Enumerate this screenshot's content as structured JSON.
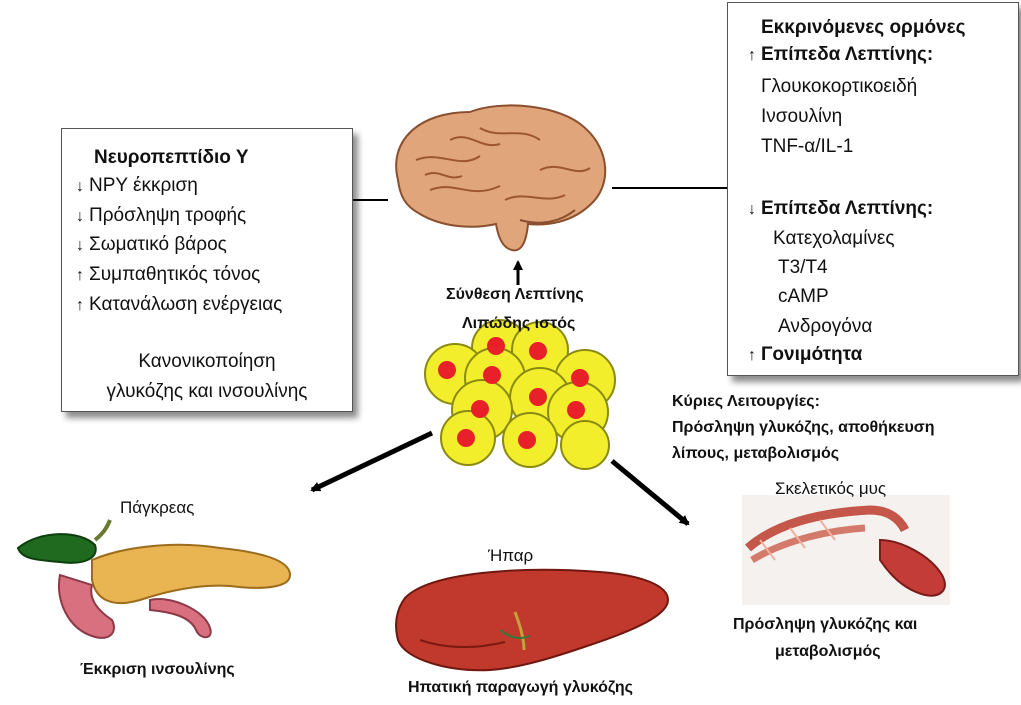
{
  "left_box": {
    "title": "Νευροπεπτίδιο Υ",
    "items": [
      {
        "dir": "down",
        "text": "NPY έκκριση"
      },
      {
        "dir": "down",
        "text": "Πρόσληψη τροφής"
      },
      {
        "dir": "down",
        "text": "Σωματικό βάρος"
      },
      {
        "dir": "up",
        "text": "Συμπαθητικός τόνος"
      },
      {
        "dir": "up",
        "text": "Κατανάλωση ενέργειας"
      }
    ],
    "footer_line1": "Κανονικοποίηση",
    "footer_line2": "γλυκόζης και ινσουλίνης"
  },
  "right_box": {
    "title": "Εκκρινόμενες ορμόνες",
    "up_heading": "Επίπεδα Λεπτίνης:",
    "up_items": [
      "Γλουκοκορτικοειδή",
      "Ινσουλίνη",
      "TNF-α/IL-1"
    ],
    "down_heading": "Επίπεδα Λεπτίνης:",
    "down_items": [
      "Κατεχολαμίνες",
      "T3/T4",
      "cAMP",
      "Ανδρογόνα"
    ],
    "fertility": "Γονιμότητα"
  },
  "center": {
    "leptin_synthesis": "Σύνθεση Λεπτίνης",
    "adipose_tissue": "Λιπώδης ιστός"
  },
  "functions": {
    "line1": "Κύριες Λειτουργίες:",
    "line2": "Πρόσληψη γλυκόζης, αποθήκευση",
    "line3": "λίπους, μεταβολισμός"
  },
  "pancreas": {
    "label": "Πάγκρεας",
    "caption": "Έκκριση ινσουλίνης"
  },
  "liver": {
    "label": "Ήπαρ",
    "caption": "Ηπατική παραγωγή γλυκόζης"
  },
  "muscle": {
    "label": "Σκελετικός μυς",
    "caption_line1": "Πρόσληψη γλυκόζης και",
    "caption_line2": "μεταβολισμός"
  }
}
